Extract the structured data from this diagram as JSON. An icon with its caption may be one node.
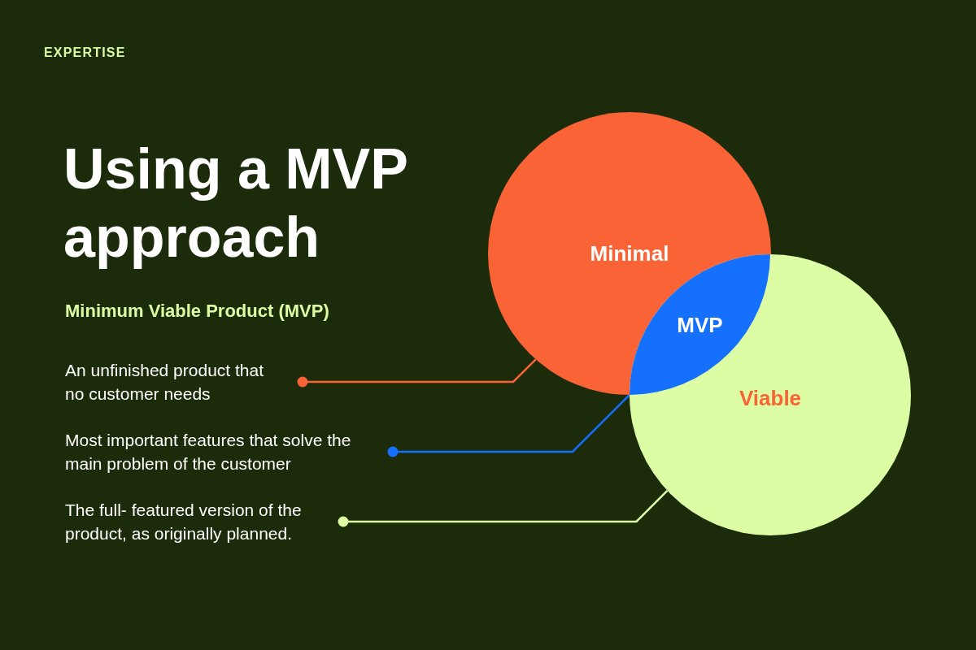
{
  "diagram": {
    "title": "Using a MVP approach",
    "nodes": [
      {
        "text": [
          "Minimal"
        ]
      },
      {
        "text": [
          "MVP"
        ]
      },
      {
        "text": [
          "Viable"
        ]
      },
      {
        "text": [
          "An unfinished product that no customer needs"
        ]
      },
      {
        "text": [
          "Most important features that solve the main problem of the customer"
        ]
      },
      {
        "text": [
          "The full- featured version of the product, as originally planned."
        ]
      }
    ],
    "edges": [
      {
        "from": 3,
        "to": 0,
        "arrow": "other",
        "color": "#f96336"
      },
      {
        "from": 4,
        "to": 1,
        "arrow": "other",
        "color": "#1570fe"
      },
      {
        "from": 5,
        "to": 2,
        "arrow": "other",
        "color": "#ddfda5"
      }
    ],
    "labels": [
      "EXPERTISE",
      "Minimum Viable Product (MVP)"
    ]
  }
}
